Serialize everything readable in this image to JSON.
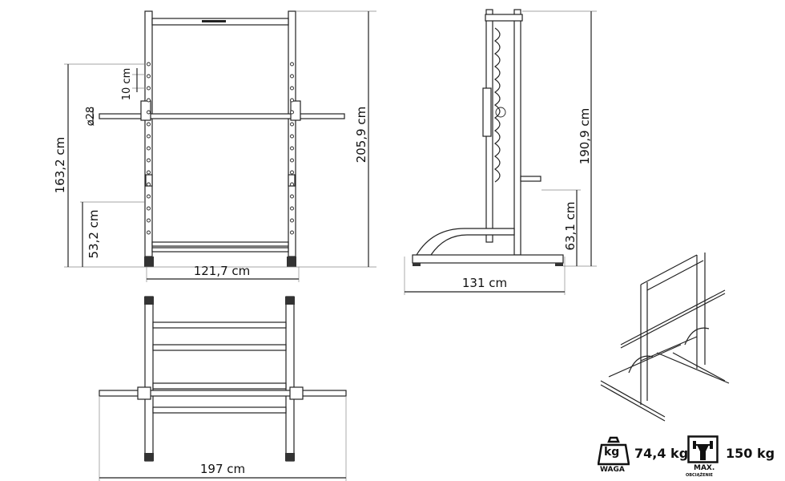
{
  "front_view": {
    "height_total": "205,9 cm",
    "height_bar": "163,2 cm",
    "height_lower": "53,2 cm",
    "hole_spacing": "10 cm",
    "bar_diameter": "ø28",
    "width": "121,7 cm"
  },
  "side_view": {
    "height_total": "190,9 cm",
    "height_hook": "63,1 cm",
    "depth": "131 cm"
  },
  "top_view": {
    "bar_length": "197 cm"
  },
  "specs": {
    "weight_icon_label": "kg",
    "weight_caption": "WAGA",
    "weight_value": "74,4 kg",
    "load_caption": "MAX.",
    "load_subcaption": "OBCIĄŻENIE",
    "load_value": "150 kg"
  }
}
